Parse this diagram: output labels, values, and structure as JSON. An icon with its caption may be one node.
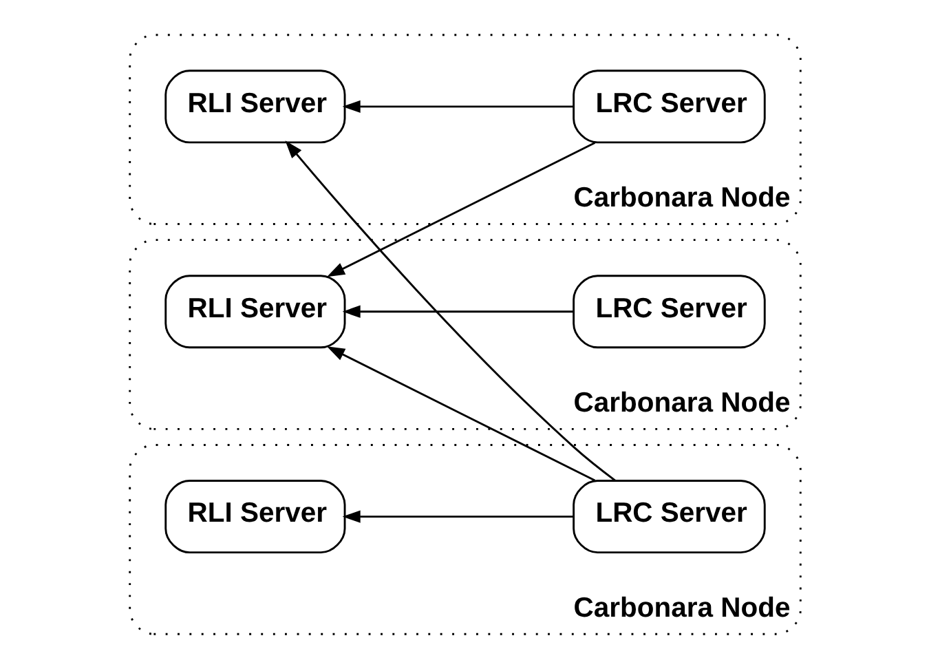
{
  "diagram": {
    "nodes": [
      {
        "text": [
          "Carbonara Node"
        ]
      },
      {
        "text": [
          "RLI Server"
        ],
        "in": 0
      },
      {
        "text": [
          "LRC Server"
        ],
        "in": 0
      },
      {
        "text": [
          "Carbonara Node"
        ]
      },
      {
        "text": [
          "RLI Server"
        ],
        "in": 3
      },
      {
        "text": [
          "LRC Server"
        ],
        "in": 3
      },
      {
        "text": [
          "Carbonara Node"
        ]
      },
      {
        "text": [
          "RLI Server"
        ],
        "in": 6
      },
      {
        "text": [
          "LRC Server"
        ],
        "in": 6
      }
    ],
    "edges": [
      {
        "from": 2,
        "to": 1,
        "arrow": "to"
      },
      {
        "from": 2,
        "to": 4,
        "arrow": "to"
      },
      {
        "from": 5,
        "to": 4,
        "arrow": "to"
      },
      {
        "from": 8,
        "to": 1,
        "arrow": "to"
      },
      {
        "from": 8,
        "to": 4,
        "arrow": "to"
      },
      {
        "from": 8,
        "to": 7,
        "arrow": "to"
      }
    ]
  }
}
